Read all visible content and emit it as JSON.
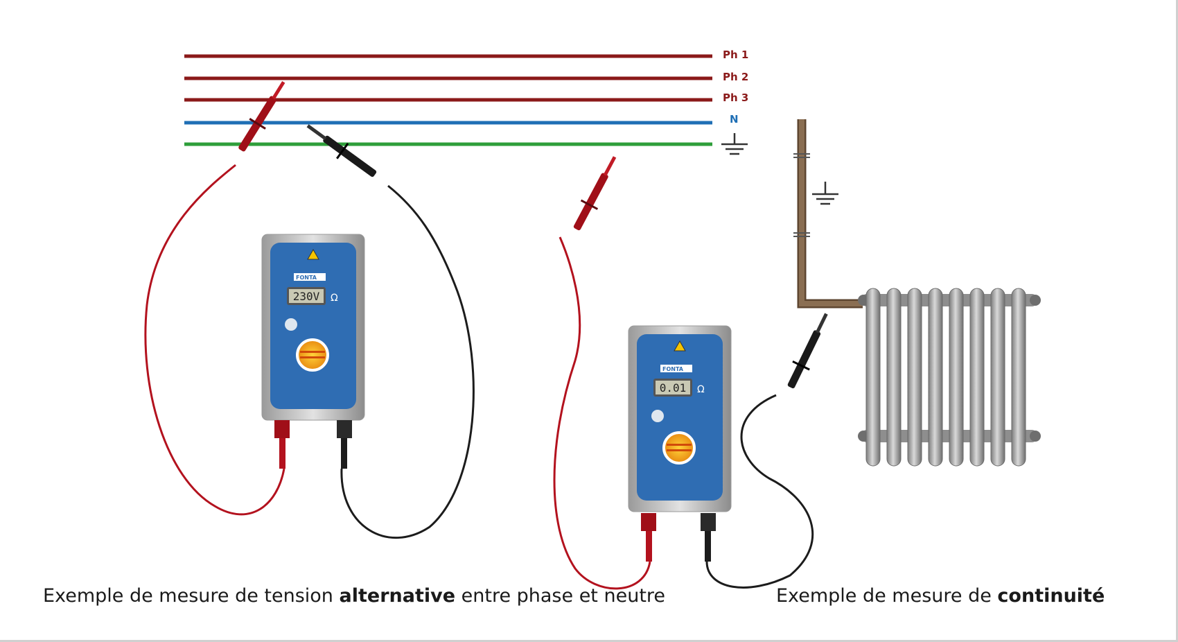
{
  "bus_labels": {
    "ph1": "Ph 1",
    "ph2": "Ph 2",
    "ph3": "Ph 3",
    "n": "N"
  },
  "colors": {
    "phase": "#8b1a1a",
    "neutral": "#1f6fb5",
    "earth": "#2e9e3a",
    "pipe": "#7a6048",
    "red_lead": "#b3121e",
    "black_lead": "#1c1c1c",
    "meter_body": "#2f6db3",
    "radiator": "#a8a8a8"
  },
  "icons": [
    "ground-symbol-icon",
    "ground-symbol-icon",
    "warning-icon",
    "ohm-icon"
  ],
  "meter_left": {
    "display": "230V",
    "brand": "FONTA",
    "ohm": "Ω"
  },
  "meter_right": {
    "display": "0.01",
    "brand": "FONTA",
    "ohm": "Ω"
  },
  "captions": {
    "left_pre": "Exemple de mesure de tension ",
    "left_bold": "alternative",
    "left_post": " entre phase et neutre",
    "right_pre": "Exemple de mesure de ",
    "right_bold": "continuité"
  }
}
